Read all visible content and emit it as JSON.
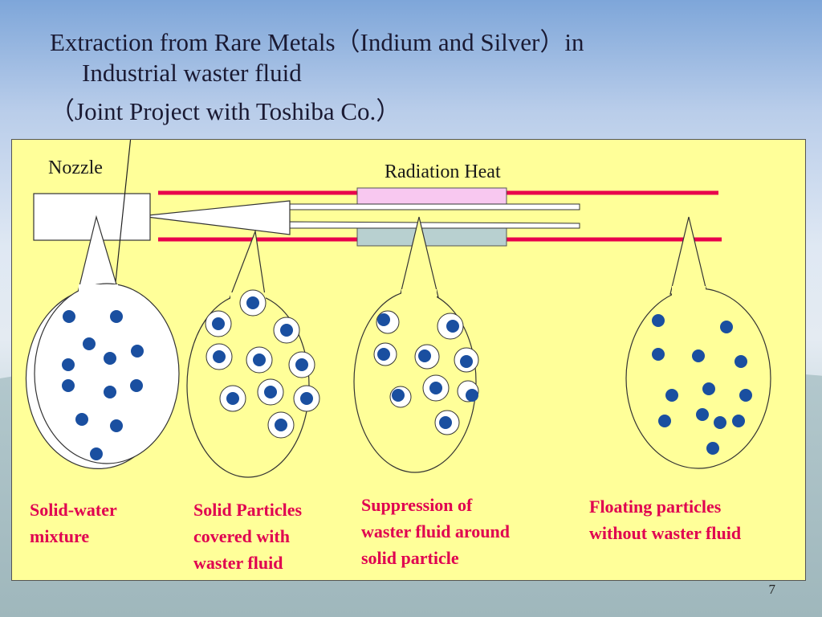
{
  "title": {
    "line1": "Extraction from Rare Metals（Indium and Silver）in",
    "line2": "Industrial waster fluid",
    "line3": "（Joint Project with Toshiba Co.）"
  },
  "diagram": {
    "nozzle_label": "Nozzle",
    "radiation_label": "Radiation Heat",
    "colors": {
      "panel_bg": "#ffff99",
      "pipe_red": "#e8004c",
      "heater_pink": "#f8c8f0",
      "heater_gray": "#b8d0d0",
      "particle": "#1a4fa0"
    },
    "captions": [
      {
        "lines": [
          "Solid-water",
          "mixture"
        ]
      },
      {
        "lines": [
          "Solid Particles",
          "covered with",
          "waster fluid"
        ]
      },
      {
        "lines": [
          "Suppression of",
          "waster fluid around",
          "solid particle"
        ]
      },
      {
        "lines": [
          "Floating particles",
          "without waster fluid"
        ]
      }
    ]
  },
  "page_number": "7"
}
